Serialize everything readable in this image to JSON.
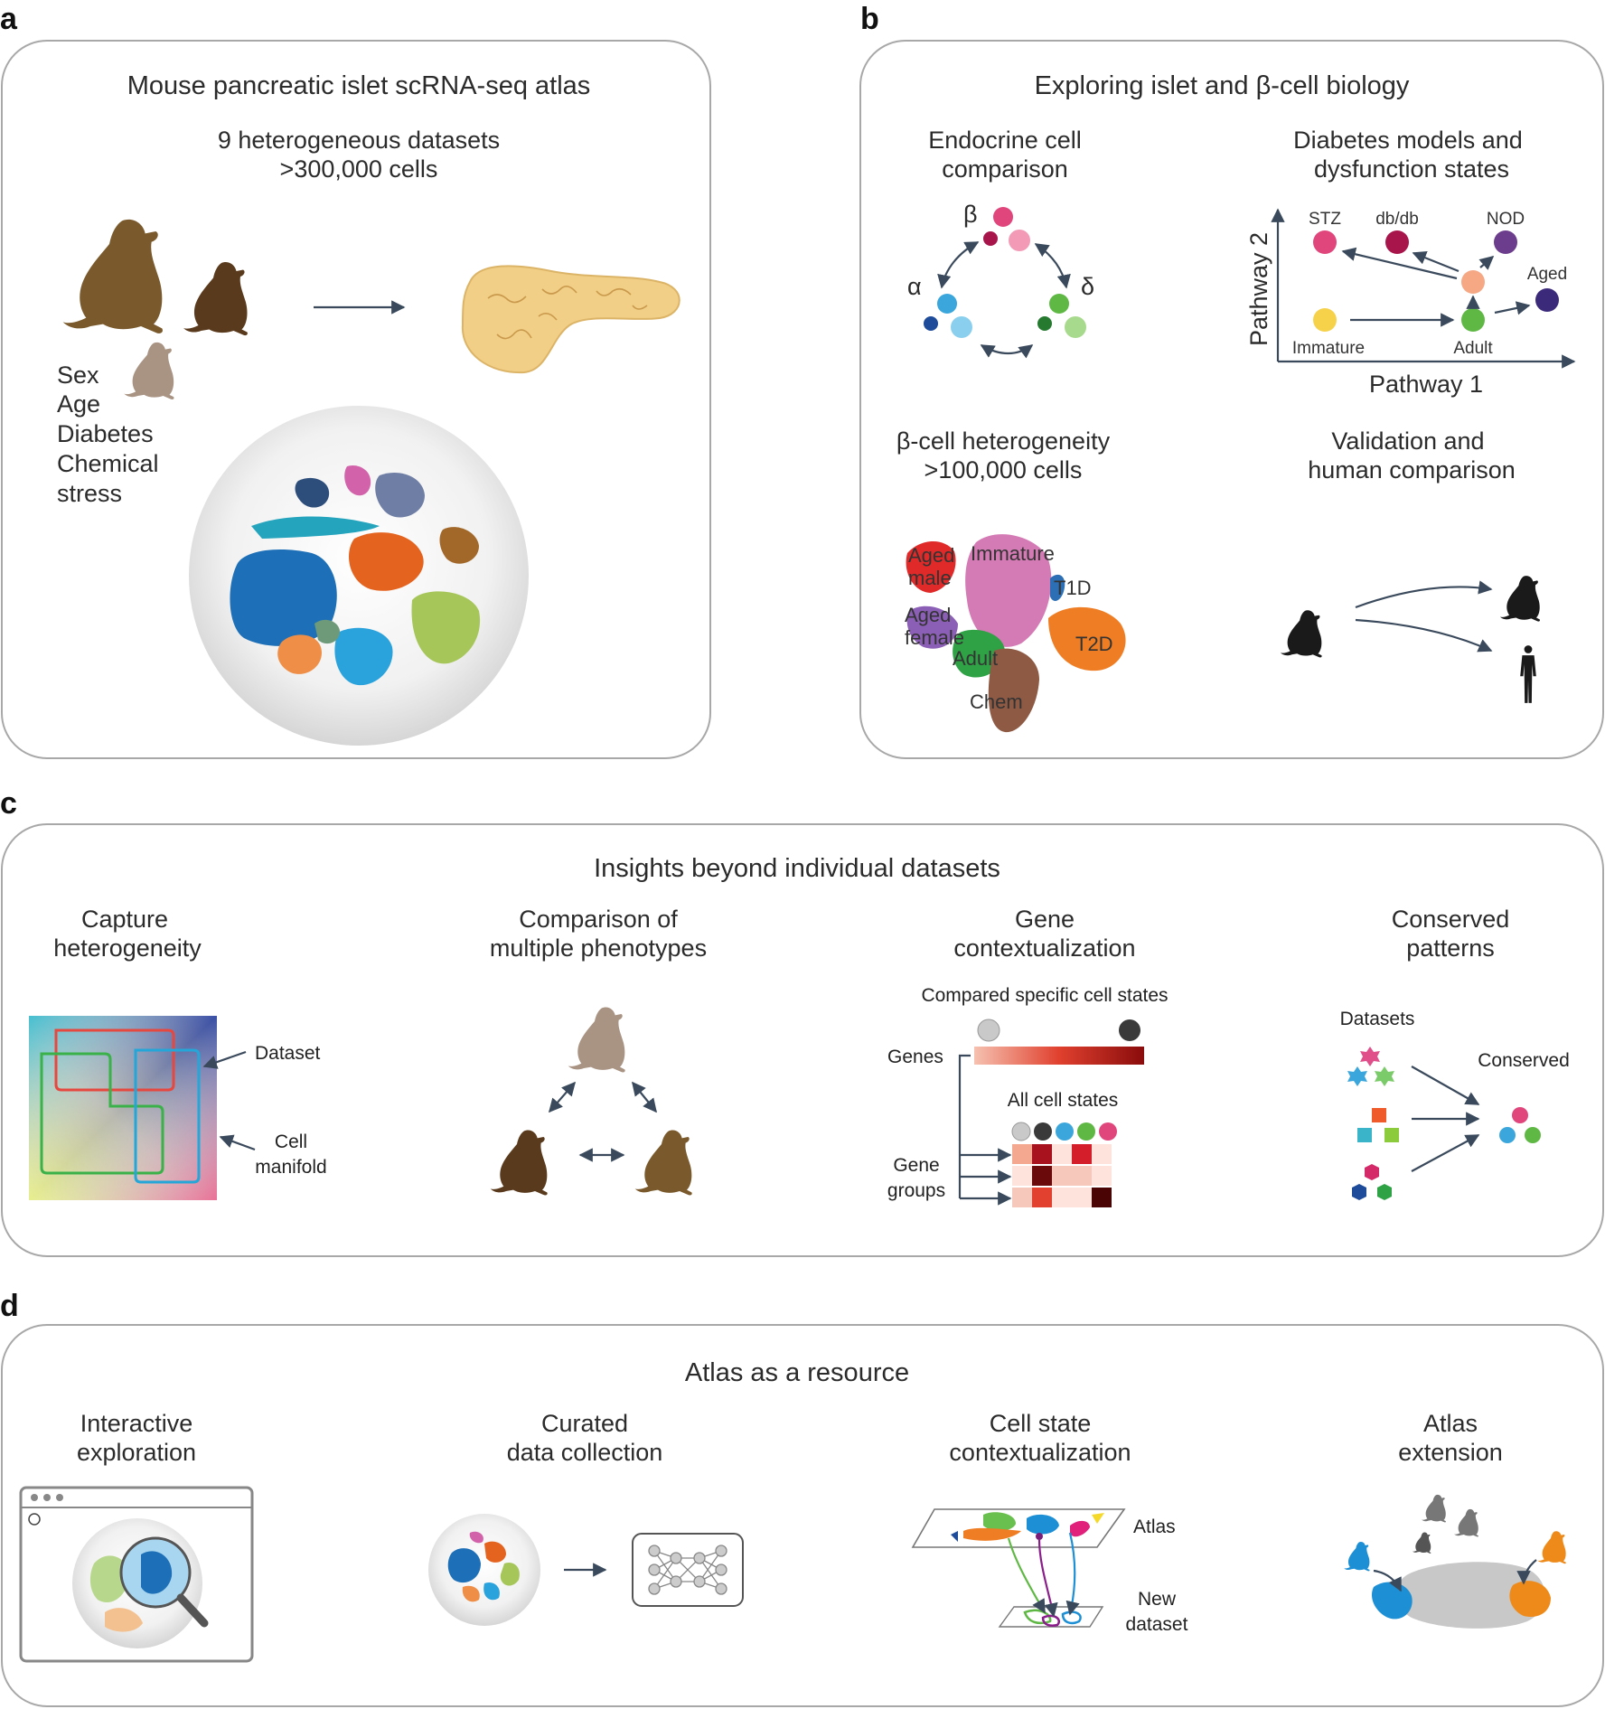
{
  "panels": {
    "a": {
      "letter": "a",
      "title": "Mouse pancreatic islet scRNA-seq atlas",
      "subtitle_line1": "9 heterogeneous datasets",
      "subtitle_line2": ">300,000 cells",
      "factors": [
        "Sex",
        "Age",
        "Diabetes",
        "Chemical",
        "stress"
      ]
    },
    "b": {
      "letter": "b",
      "title": "Exploring islet and β-cell biology",
      "endocrine_title_1": "Endocrine cell",
      "endocrine_title_2": "comparison",
      "cell_labels": {
        "beta": "β",
        "alpha": "α",
        "delta": "δ"
      },
      "diabetes_title_1": "Diabetes models and",
      "diabetes_title_2": "dysfunction states",
      "axis_y": "Pathway 2",
      "axis_x": "Pathway 1",
      "states": {
        "stz": "STZ",
        "dbdb": "db/db",
        "nod": "NOD",
        "aged": "Aged",
        "immature": "Immature",
        "adult": "Adult"
      },
      "hetero_title_1": "β-cell heterogeneity",
      "hetero_title_2": ">100,000 cells",
      "umap_labels": {
        "aged1": "Aged",
        "male": "male",
        "immature": "Immature",
        "t1d": "T1D",
        "aged2": "Aged",
        "female": "female",
        "adult": "Adult",
        "t2d": "T2D",
        "chem": "Chem"
      },
      "validation_title_1": "Validation and",
      "validation_title_2": "human comparison"
    },
    "c": {
      "letter": "c",
      "title": "Insights beyond individual datasets",
      "capture_1": "Capture",
      "capture_2": "heterogeneity",
      "dataset": "Dataset",
      "cell_1": "Cell",
      "cell_2": "manifold",
      "comparison_1": "Comparison of",
      "comparison_2": "multiple phenotypes",
      "gene_1": "Gene",
      "gene_2": "contextualization",
      "compared": "Compared specific cell states",
      "genes": "Genes",
      "all_states": "All cell states",
      "gene_groups_1": "Gene",
      "gene_groups_2": "groups",
      "conserved_1": "Conserved",
      "conserved_2": "patterns",
      "datasets": "Datasets",
      "conserved": "Conserved"
    },
    "d": {
      "letter": "d",
      "title": "Atlas as a resource",
      "interactive_1": "Interactive",
      "interactive_2": "exploration",
      "curated_1": "Curated",
      "curated_2": "data collection",
      "cellstate_1": "Cell state",
      "cellstate_2": "contextualization",
      "atlas": "Atlas",
      "new_1": "New",
      "new_2": "dataset",
      "extension_1": "Atlas",
      "extension_2": "extension"
    }
  },
  "colors": {
    "mouse_light": "#a99383",
    "mouse_mid": "#7a5a2c",
    "mouse_dark": "#5a3a1c",
    "pancreas": "#f2cf86",
    "beta": "#e0457b",
    "alpha": "#3aa6dc",
    "delta": "#5fb844",
    "arrow": "#3a4a5c"
  }
}
